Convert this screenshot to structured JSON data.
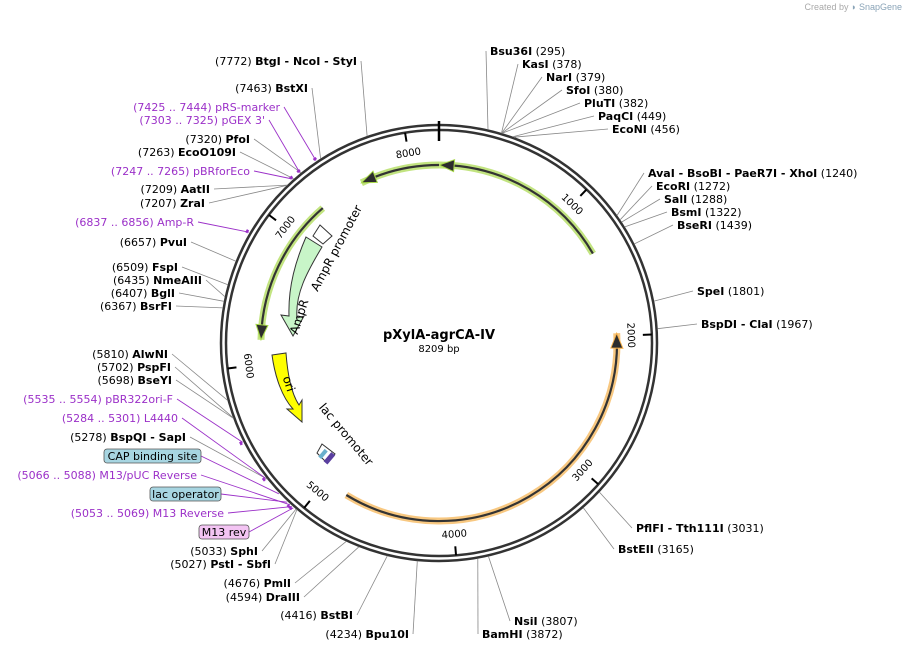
{
  "credit": {
    "prefix": "Created by",
    "brand": "SnapGene"
  },
  "plasmid": {
    "name": "pXylA-agrCA-IV",
    "size": "8209 bp",
    "length": 8209
  },
  "ticks": [
    {
      "pos": 1000,
      "label": "1000"
    },
    {
      "pos": 2000,
      "label": "2000"
    },
    {
      "pos": 3000,
      "label": "3000"
    },
    {
      "pos": 4000,
      "label": "4000"
    },
    {
      "pos": 5000,
      "label": "5000"
    },
    {
      "pos": 6000,
      "label": "6000"
    },
    {
      "pos": 7000,
      "label": "7000"
    },
    {
      "pos": 8000,
      "label": "8000"
    }
  ],
  "features": [
    {
      "id": "f1",
      "start": 1,
      "end": 1365,
      "color": "#a8d84a",
      "dir": -1,
      "kind": "cds"
    },
    {
      "id": "f2",
      "start": 1980,
      "end": 4820,
      "color": "#f5b04c",
      "dir": -1,
      "kind": "cds"
    },
    {
      "id": "f3",
      "start": 6180,
      "end": 7280,
      "color": "#a8d84a",
      "dir": -1,
      "kind": "cds"
    },
    {
      "id": "f4",
      "start": 7620,
      "end": 8209,
      "color": "#a8d84a",
      "dir": -1,
      "kind": "cds"
    }
  ],
  "inner_features": [
    {
      "id": "ampr-promoter",
      "label": "AmpR promoter",
      "color": "#ffffff"
    },
    {
      "id": "ampr",
      "label": "AmpR",
      "color": "#c8f5c8"
    },
    {
      "id": "ori",
      "label": "ori",
      "color": "#ffff00"
    },
    {
      "id": "lac-promoter",
      "label": "lac promoter",
      "color": "#ffffff"
    }
  ],
  "sites_black": [
    {
      "num": "(7772)",
      "name": "BtgI  - NcoI  - StyI",
      "pos": 7772
    },
    {
      "num": "(7463)",
      "name": "BstXI",
      "pos": 7463
    },
    {
      "num": "(7320)",
      "name": "PfoI",
      "pos": 7320
    },
    {
      "num": "(7263)",
      "name": "EcoO109I",
      "pos": 7263
    },
    {
      "num": "(7209)",
      "name": "AatII",
      "pos": 7209
    },
    {
      "num": "(7207)",
      "name": "ZraI",
      "pos": 7207
    },
    {
      "num": "(6657)",
      "name": "PvuI",
      "pos": 6657
    },
    {
      "num": "(6509)",
      "name": "FspI",
      "pos": 6509
    },
    {
      "num": "(6435)",
      "name": "NmeAIII",
      "pos": 6435
    },
    {
      "num": "(6407)",
      "name": "BglI",
      "pos": 6407
    },
    {
      "num": "(6367)",
      "name": "BsrFI",
      "pos": 6367
    },
    {
      "num": "(5810)",
      "name": "AlwNI",
      "pos": 5810
    },
    {
      "num": "(5702)",
      "name": "PspFI",
      "pos": 5702
    },
    {
      "num": "(5698)",
      "name": "BseYI",
      "pos": 5698
    },
    {
      "num": "(5278)",
      "name": "BspQI  - SapI",
      "pos": 5278
    },
    {
      "num": "(5033)",
      "name": "SphI",
      "pos": 5033
    },
    {
      "num": "(5027)",
      "name": "PstI  - SbfI",
      "pos": 5027
    },
    {
      "num": "(4676)",
      "name": "PmlI",
      "pos": 4676
    },
    {
      "num": "(4594)",
      "name": "DraIII",
      "pos": 4594
    },
    {
      "num": "(4416)",
      "name": "BstBI",
      "pos": 4416
    },
    {
      "num": "(4234)",
      "name": "Bpu10I",
      "pos": 4234
    },
    {
      "num": "(295)",
      "name": "Bsu36I",
      "pos": 295
    },
    {
      "num": "(378)",
      "name": "KasI",
      "pos": 378
    },
    {
      "num": "(379)",
      "name": "NarI",
      "pos": 379
    },
    {
      "num": "(380)",
      "name": "SfoI",
      "pos": 380
    },
    {
      "num": "(382)",
      "name": "PluTI",
      "pos": 382
    },
    {
      "num": "(449)",
      "name": "PaqCI",
      "pos": 449
    },
    {
      "num": "(456)",
      "name": "EcoNI",
      "pos": 456
    },
    {
      "num": "(1240)",
      "name": "AvaI  - BsoBI  - PaeR7I  - XhoI",
      "pos": 1240
    },
    {
      "num": "(1272)",
      "name": "EcoRI",
      "pos": 1272
    },
    {
      "num": "(1288)",
      "name": "SalI",
      "pos": 1288
    },
    {
      "num": "(1322)",
      "name": "BsmI",
      "pos": 1322
    },
    {
      "num": "(1439)",
      "name": "BseRI",
      "pos": 1439
    },
    {
      "num": "(1801)",
      "name": "SpeI",
      "pos": 1801
    },
    {
      "num": "(1967)",
      "name": "BspDI  - ClaI",
      "pos": 1967
    },
    {
      "num": "(3031)",
      "name": "PflFI  - Tth111I",
      "pos": 3031
    },
    {
      "num": "(3165)",
      "name": "BstEII",
      "pos": 3165
    },
    {
      "num": "(3807)",
      "name": "NsiI",
      "pos": 3807
    },
    {
      "num": "(3872)",
      "name": "BamHI",
      "pos": 3872
    }
  ],
  "primers": [
    {
      "text": "(7425 .. 7444)  pRS-marker",
      "pos": 7434
    },
    {
      "text": "(7303 .. 7325)  pGEX 3'",
      "pos": 7314
    },
    {
      "text": "(7247 .. 7265)  pBRforEco",
      "pos": 7256
    },
    {
      "text": "(6837 .. 6856)  Amp-R",
      "pos": 6846
    },
    {
      "text": "(5535 .. 5554)  pBR322ori-F",
      "pos": 5544
    },
    {
      "text": "(5284 .. 5301)  L4440",
      "pos": 5292
    },
    {
      "text": "(5066 .. 5088)  M13/pUC Reverse",
      "pos": 5077
    },
    {
      "text": "(5053 .. 5069)  M13 Reverse",
      "pos": 5061
    }
  ],
  "boxes": [
    {
      "text": "CAP binding site",
      "fill": "#a7d5e1",
      "pos": 5170
    },
    {
      "text": "lac operator",
      "fill": "#a7d5e1",
      "pos": 5100
    },
    {
      "text": "M13 rev",
      "fill": "#f3c4f3",
      "pos": 5050
    }
  ],
  "colors": {
    "ring": "#333333",
    "enzyme": "#000000",
    "primer": "#9b30c8",
    "leader": "#888888"
  }
}
